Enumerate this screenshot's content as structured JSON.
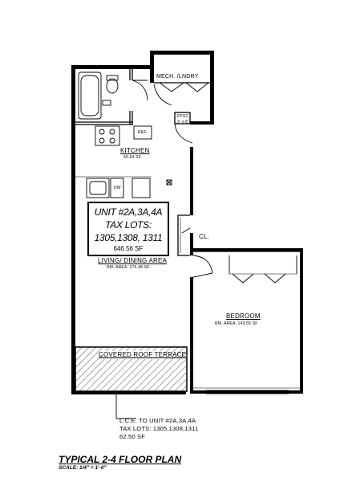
{
  "rooms": {
    "mech": "MECH. /LNDRY",
    "fpsc": "FPSC",
    "fpsc_dim": "3' x 8'",
    "ref": "REF.",
    "kitchen": "KITCHEN",
    "kitchen_area": "65.64 SF.",
    "dw": "DW",
    "closet": "CL.",
    "living": "LIVING/ DINING AREA",
    "living_area": "RM. AREA: 276.48 SF",
    "bedroom": "BEDROOM",
    "bedroom_area": "RM. AREA: 143.55 SF",
    "terrace": "COVERED ROOF TERRACE"
  },
  "unit_box": {
    "line1": "UNIT #2A,3A,4A",
    "line2": "TAX LOTS:",
    "line3": "1305,1308, 1311",
    "line4": "646.56 SF"
  },
  "lce_note": {
    "line1": "L.C.E. TO UNIT #2A,3A,4A",
    "line2": "TAX LOTS: 1305,1308,1311",
    "line3": "62.50 SF"
  },
  "title": "TYPICAL 2-4 FLOOR PLAN",
  "scale": "SCALE: 1/4\" = 1'-0\""
}
